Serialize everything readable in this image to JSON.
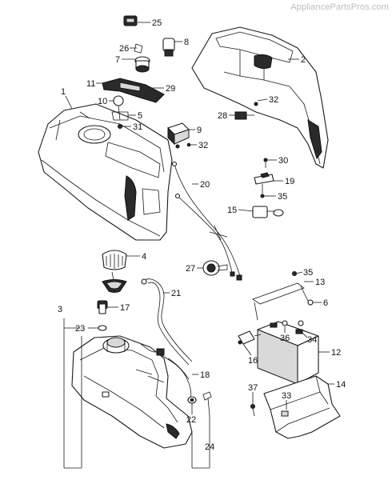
{
  "watermark": "AppliancePartsPros.com",
  "callouts": {
    "c1": "1",
    "c2": "2",
    "c3": "3",
    "c4": "4",
    "c5": "5",
    "c6": "6",
    "c7": "7",
    "c8": "8",
    "c9": "9",
    "c10": "10",
    "c11": "11",
    "c12": "12",
    "c13": "13",
    "c14": "14",
    "c15": "15",
    "c16": "16",
    "c17": "17",
    "c18": "18",
    "c19": "19",
    "c20": "20",
    "c21": "21",
    "c22": "22",
    "c23": "23",
    "c24": "24",
    "c25": "25",
    "c26": "26",
    "c27": "27",
    "c28": "28",
    "c29": "29",
    "c30": "30",
    "c31": "31",
    "c32a": "32",
    "c32b": "32",
    "c33": "33",
    "c34": "34",
    "c35a": "35",
    "c35b": "35",
    "c36": "36",
    "c37": "37"
  }
}
